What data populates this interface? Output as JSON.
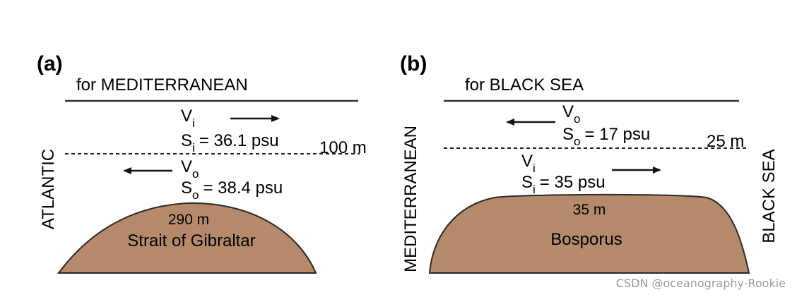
{
  "panel_a": {
    "label": "(a)",
    "heading": "for MEDITERRANEAN",
    "side_label": "ATLANTIC",
    "depth_label": "100 m",
    "inflow": {
      "velocity_main": "V",
      "velocity_sub": "i",
      "salinity_main": "S",
      "salinity_sub": "i",
      "salinity_value": "= 36.1 psu"
    },
    "outflow": {
      "velocity_main": "V",
      "velocity_sub": "o",
      "salinity_main": "S",
      "salinity_sub": "o",
      "salinity_value": "= 38.4 psu"
    },
    "sill_depth": "290 m",
    "sill_name": "Strait of Gibraltar"
  },
  "panel_b": {
    "label": "(b)",
    "heading": "for BLACK SEA",
    "left_label": "MEDITERRANEAN",
    "right_label": "BLACK SEA",
    "depth_label": "25 m",
    "outflow": {
      "velocity_main": "V",
      "velocity_sub": "o",
      "salinity_main": "S",
      "salinity_sub": "o",
      "salinity_value": "= 17 psu"
    },
    "inflow": {
      "velocity_main": "V",
      "velocity_sub": "i",
      "salinity_main": "S",
      "salinity_sub": "i",
      "salinity_value": "= 35 psu"
    },
    "sill_depth": "35 m",
    "sill_name": "Bosporus"
  },
  "colors": {
    "sill_fill": "#b48a6a",
    "sill_stroke": "#2a2a2a",
    "line": "#333333",
    "watermark": "#9a9a9a"
  },
  "watermark": "CSDN @oceanography-Rookie"
}
